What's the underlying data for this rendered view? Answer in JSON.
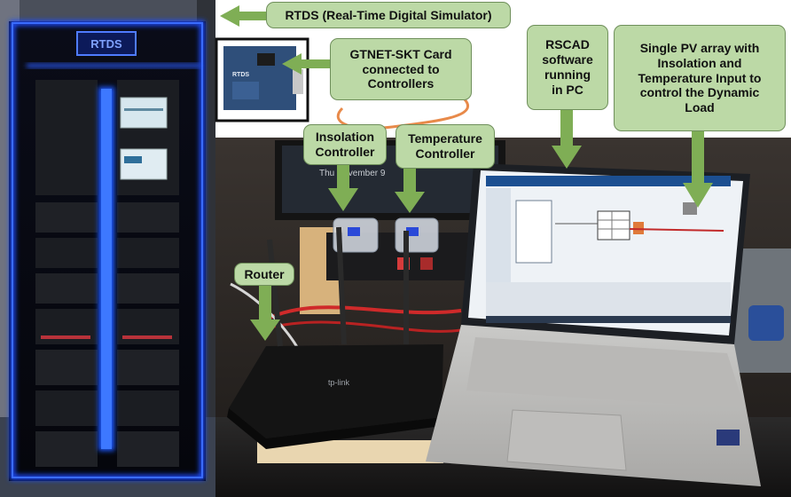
{
  "labels": {
    "rtds": "RTDS (Real-Time Digital Simulator)",
    "gtnet": "GTNET-SKT Card\nconnected to\nControllers",
    "rscad": "RSCAD\nsoftware\nrunning\nin PC",
    "pv": "Single PV array with\nInsolation and\nTemperature Input to\ncontrol the Dynamic\nLoad",
    "insolation": "Insolation\nController",
    "temperature": "Temperature\nController",
    "router": "Router"
  },
  "photo_text": {
    "rtds_logo": "RTDS",
    "card_logo": "RTDS",
    "router_brand": "tp-link",
    "monitor_date": "Thu    November 9"
  },
  "colors": {
    "label_fill": "#bcd9a6",
    "label_border": "#6f8f5b",
    "arrow": "#7fae55",
    "rack_glow": "#1a4cff",
    "cable": "#e88a4a"
  }
}
